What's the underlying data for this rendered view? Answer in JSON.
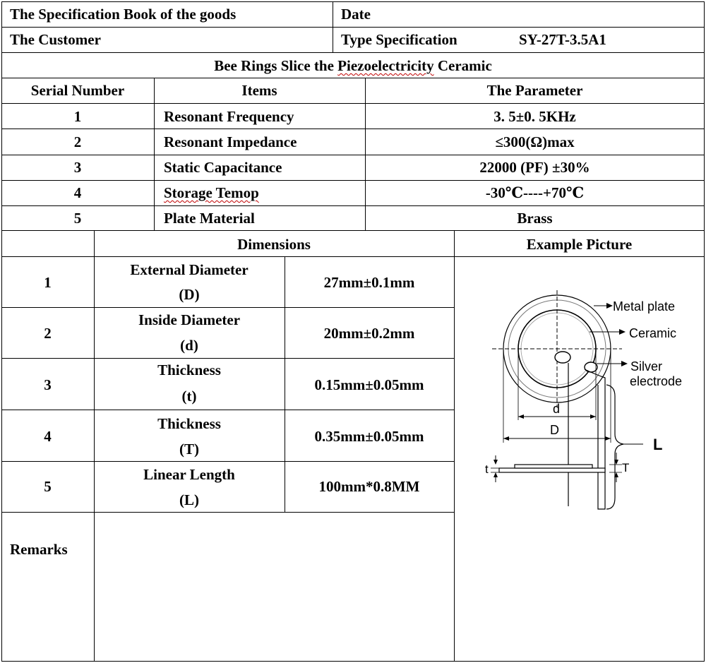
{
  "header": {
    "book_title": "The Specification Book of the goods",
    "date_label": "Date",
    "customer_label": "The Customer",
    "type_spec_label": "Type Specification",
    "model": "SY-27T-3.5A1",
    "product_title_pre": "Bee Rings Slice the ",
    "product_title_mark": "Piezoelectricity",
    "product_title_post": " Ceramic"
  },
  "params": {
    "col_serial": "Serial Number",
    "col_items": "Items",
    "col_param": "The Parameter",
    "rows": [
      {
        "num": "1",
        "item": "Resonant Frequency",
        "value": "3. 5±0. 5KHz"
      },
      {
        "num": "2",
        "item": "Resonant Impedance",
        "value": "≤300(Ω)max"
      },
      {
        "num": "3",
        "item": "Static Capacitance",
        "value": "22000 (PF) ±30%"
      },
      {
        "num": "4",
        "item": "Storage Temop",
        "value": "-30℃----+70℃"
      },
      {
        "num": "5",
        "item": "Plate Material",
        "value": "Brass"
      }
    ]
  },
  "dimensions": {
    "col_dimensions": "Dimensions",
    "col_picture": "Example Picture",
    "rows": [
      {
        "num": "1",
        "name": "External Diameter",
        "sym": "(D)",
        "value": "27mm±0.1mm"
      },
      {
        "num": "2",
        "name": "Inside Diameter",
        "sym": "(d)",
        "value": "20mm±0.2mm"
      },
      {
        "num": "3",
        "name": "Thickness",
        "sym": "(t)",
        "value": "0.15mm±0.05mm"
      },
      {
        "num": "4",
        "name": "Thickness",
        "sym": "(T)",
        "value": "0.35mm±0.05mm"
      },
      {
        "num": "5",
        "name": "Linear Length",
        "sym": "(L)",
        "value": "100mm*0.8MM"
      }
    ]
  },
  "remarks_label": "Remarks",
  "picture": {
    "metal_plate": "Metal plate",
    "ceramic": "Ceramic",
    "silver_1": "Silver",
    "silver_2": "electrode",
    "d": "d",
    "D": "D",
    "L": "L",
    "t": "t",
    "T": "T"
  }
}
